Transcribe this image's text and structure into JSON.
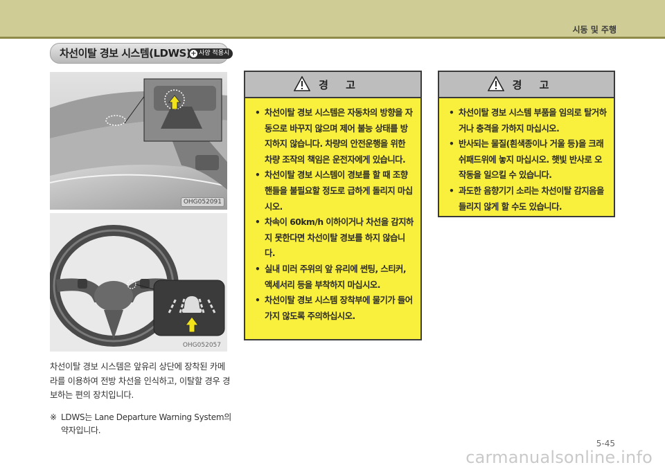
{
  "header": {
    "chapter": "시동 및 주행"
  },
  "section": {
    "title": "차선이탈 경보 시스템(LDWS)",
    "badge": "사양 적용시"
  },
  "images": {
    "windshield_code": "OHG052091",
    "steering_code": "OHG052057"
  },
  "body": {
    "paragraph": "차선이탈 경보 시스템은 앞유리 상단에 장착된 카메라를 이용하여 전방 차선을 인식하고, 이탈할 경우 경보하는 편의 장치입니다.",
    "note_mark": "※",
    "note": "LDWS는 Lane Departure Warning System의 약자입니다."
  },
  "warning_left": {
    "title": "경 고",
    "items": [
      "차선이탈 경보 시스템은 자동차의 방향을 자동으로 바꾸지 않으며 제어 불능 상태를 방지하지 않습니다. 차량의 안전운행을 위한 차량 조작의 책임은 운전자에게 있습니다.",
      "차선이탈 경보 시스템이 경보를 할 때 조향 핸들을 불필요할 정도로 급하게 돌리지 마십시오.",
      "차속이 60km/h 이하이거나 차선을 감지하지 못한다면 차선이탈 경보를 하지 않습니다.",
      "실내 미러 주위의 앞 유리에 썬팅, 스티커, 액세서리 등을 부착하지 마십시오.",
      "차선이탈 경보 시스템 장착부에 물기가 들어가지 않도록 주의하십시오."
    ]
  },
  "warning_right": {
    "title": "경 고",
    "items": [
      "차선이탈 경보 시스템 부품을 임의로 탈거하거나 충격을 가하지 마십시오.",
      "반사되는 물질(흰색종이나 거울 등)을 크래쉬패드위에 놓지 마십시오. 햇빛 반사로 오작동을 일으킬 수 있습니다.",
      "과도한 음향기기 소리는 차선이탈 감지음을 들리지 않게 할 수도 있습니다."
    ]
  },
  "footer": {
    "page": "5-45",
    "watermark": "carmanualsonline.info"
  },
  "colors": {
    "header_band": "#cfcc95",
    "warning_bg": "#f9ef3d",
    "warning_head": "#bdbdbd",
    "arrow": "#f2e21a"
  }
}
